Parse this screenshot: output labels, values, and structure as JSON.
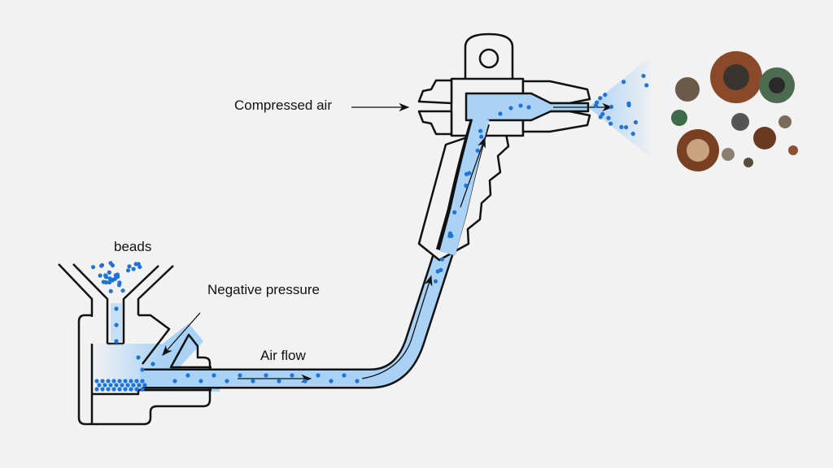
{
  "labels": {
    "beads": "beads",
    "negative_pressure": "Negative pressure",
    "air_flow": "Air flow",
    "compressed_air": "Compressed air"
  },
  "colors": {
    "background": "#f2f2f2",
    "air_fill": "#a9d2f5",
    "bead": "#1f74d6",
    "outline": "#111111"
  },
  "icons": {
    "parts_picture": "rusty-machine-parts-photo"
  }
}
